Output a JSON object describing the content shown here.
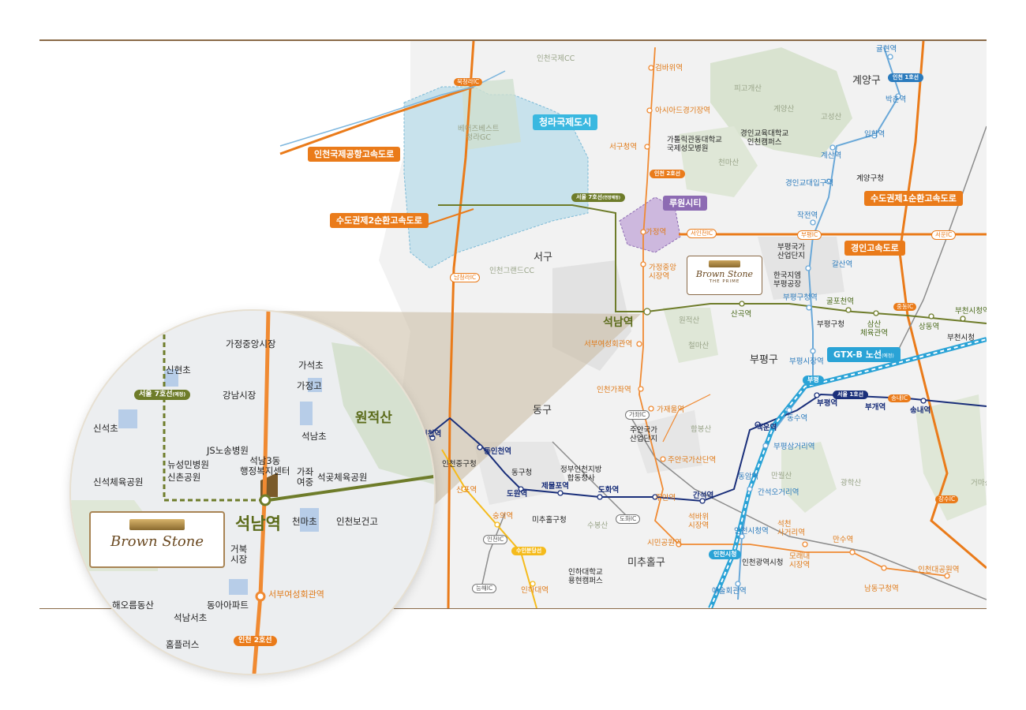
{
  "title_pills": {
    "cheongna_city": "청라국제도시",
    "luwon_city": "루원시티",
    "airport_expressway": "인천국제공항고속도로",
    "ring2": "수도권제2순환고속도로",
    "ring1": "수도권제1순환고속도로",
    "gyeongin_exp": "경인고속도로",
    "gtxb": "GTX-B 노선",
    "gtxb_note": "(예정)"
  },
  "districts": {
    "seo": "서구",
    "gyeyang": "계양구",
    "bupyeong": "부평구",
    "dong": "동구",
    "michuhol": "미추홀구"
  },
  "line_tags": {
    "seoul7": "서울 7호선",
    "seoul7_note": "(연장예정)",
    "incheon2": "인천 2호선",
    "incheon1": "인천 1호선",
    "seoul1": "서울 1호선",
    "suin": "수인분당선",
    "bupyeong": "부평",
    "incheon_city_hall": "인천시청"
  },
  "ic": {
    "bukcheongna": "북청라IC",
    "namcheongna": "남청라IC",
    "seoincheon": "서인천IC",
    "bupyeong": "부평IC",
    "seoun": "서운IC",
    "jungdong": "중동IC",
    "songnae": "송내IC",
    "jangsu": "장수IC",
    "gajwa": "가좌IC",
    "dohwa": "도화IC",
    "incheon": "인천IC",
    "neunghae": "능해IC"
  },
  "stations_incheon2": {
    "geombawi": "검바위역",
    "asiad": "아시아드경기장역",
    "seogu_office": "서구청역",
    "gajeong": "가정역",
    "gajeong_market": "가정중앙\n시장역",
    "seoknam": "석남역",
    "seobu": "서부여성회관역",
    "incheon_gajwa": "인천가좌역",
    "gajaeul": "가재울역",
    "juan_industrial": "주안국가산단역",
    "juan": "주안역",
    "seokbawi": "석바위\n시장역",
    "simin_park": "시민공원역",
    "seokcheon": "석천\n사거리역",
    "morae": "모래내\n시장역",
    "mansu": "만수역",
    "namdong": "남동구청역",
    "incheon_grand_park": "인천대공원역"
  },
  "stations_incheon1": {
    "gyulhyeon": "귤현역",
    "bakchon": "박촌역",
    "imhak": "임학역",
    "gyesan": "계산역",
    "gyeongin_edu": "경인교대입구역",
    "jakjeon": "작전역",
    "galsan": "갈산역",
    "bupyeong_gu_office": "부평구청역",
    "bupyeong_market": "부평시장역",
    "bupyeong": "부평역",
    "dongsu": "동수역",
    "bupyeong_samgeori": "부평삼거리역",
    "dongam": "동암역",
    "ganseok_ogeori": "간석오거리역",
    "incheon_city_hall": "인천시청역",
    "yesul": "예술회관역"
  },
  "stations_seoul7": {
    "sangok": "산곡역",
    "gulpo": "굴포천역",
    "samsan": "삼산\n체육관역",
    "sangdong": "상동역",
    "bucheon_city_hall": "부천시청역"
  },
  "stations_seoul1": {
    "incheon": "인천역",
    "dongincheon": "동인천역",
    "dowon": "도원역",
    "jemulpo": "제물포역",
    "dohwa": "도화역",
    "ganseok": "간석역",
    "baegun": "백운역",
    "bugae": "부개역",
    "songnae": "송내역"
  },
  "stations_suin": {
    "sinpo": "신포역",
    "sungui": "숭의역",
    "inha_univ": "인하대역"
  },
  "places": {
    "catholic_hospital": "가톨릭관동대학교\n국제성모병원",
    "gyeongin_edu_univ": "경인교육대학교\n인천캠퍼스",
    "gyeyang_office": "계양구청",
    "bupyeong_industrial": "부평국가\n산업단지",
    "gm_korea": "한국지엠\n부평공장",
    "bupyeong_gu_office": "부평구청",
    "bucheon_city_hall": "부천시청",
    "incheon_junggu": "인천중구청",
    "donggu_office": "동구청",
    "incheon_gov": "정부인천지방\n합동청사",
    "michuhol_office": "미추홀구청",
    "inha_univ": "인하대학교\n용현캠퍼스",
    "juan_industrial": "주안국가\n산업단지",
    "incheon_city_hall": "인천광역시청"
  },
  "terrain": {
    "incheon_cc": "인천국제CC",
    "bears_best": "베어즈베스트\n청라GC",
    "grand_cc": "인천그랜드CC",
    "pigo": "피고개산",
    "gyeyang_mt": "계양산",
    "goseong": "고성산",
    "cheonma": "천마산",
    "wonjeok": "원적산",
    "cheolma": "철마산",
    "hambong": "함봉산",
    "mansol": "만월산",
    "gwanghak": "광학산",
    "geomma": "거마산",
    "subong": "수봉산"
  },
  "brand": {
    "name": "Brown Stone",
    "subtitle": "THE PRIME"
  },
  "inset": {
    "station": "석남역",
    "mountain": "원적산",
    "seobu": "서부여성회관역",
    "seoul7": "서울 7호선",
    "seoul7_note": "(예정)",
    "incheon2": "인천 2호선",
    "labels": {
      "gajeong_market": "가정중앙시장",
      "sinhyeon_elem": "신현초",
      "gaseok_elem": "가석초",
      "gajeong_high": "가정고",
      "gangnam_market": "강남시장",
      "sinseok_elem": "신석초",
      "seoknam_elem": "석남초",
      "js_hospital": "JS노송병원",
      "center": "석남3동\n행정복지센터",
      "gajwa_mid": "가좌\n여중",
      "seokgot_park": "석곶체육공원",
      "newsung_hospital": "뉴성민병원",
      "sinchon_park": "신촌공원",
      "sinseok_park": "신석체육공원",
      "cheonma_elem": "천마초",
      "health_high": "인천보건고",
      "geobuk_market": "거북\n시장",
      "hyeorum": "해오름동산",
      "dong_apt": "동아아파트",
      "seoknam_west": "석남서초",
      "homeplus": "홈플러스"
    }
  },
  "colors": {
    "incheon2": "#ea7b1a",
    "incheon1": "#6aa8d8",
    "seoul7": "#6e7c2a",
    "seoul1": "#1a2f7a",
    "suin": "#f5bb1c",
    "gtxb": "#2aa3d6",
    "expressway": "#ea7b1a",
    "frame": "#8a6a48"
  }
}
